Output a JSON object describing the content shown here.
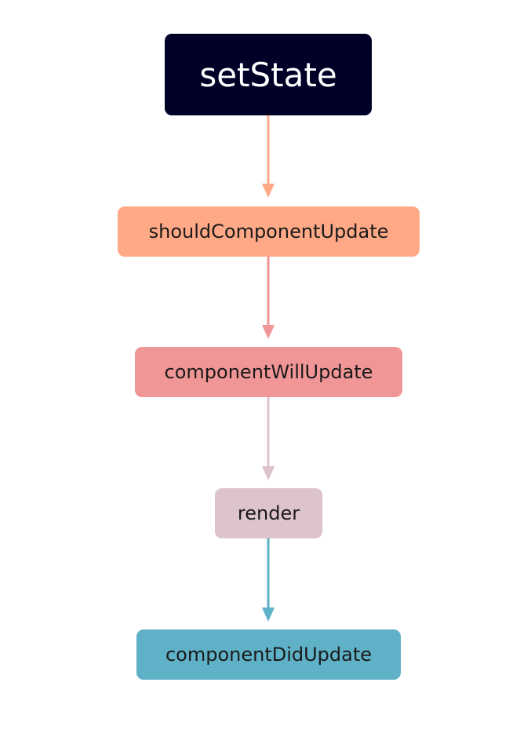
{
  "nodes": [
    {
      "id": "setState",
      "label": "setState",
      "color": "#000026"
    },
    {
      "id": "shouldComponentUpdate",
      "label": "shouldComponentUpdate",
      "color": "#ffa987"
    },
    {
      "id": "componentWillUpdate",
      "label": "componentWillUpdate",
      "color": "#f19696"
    },
    {
      "id": "render",
      "label": "render",
      "color": "#ddc3cb"
    },
    {
      "id": "componentDidUpdate",
      "label": "componentDidUpdate",
      "color": "#5eb1c6"
    }
  ],
  "edges": [
    {
      "from": "setState",
      "to": "shouldComponentUpdate",
      "color": "#ffa987"
    },
    {
      "from": "shouldComponentUpdate",
      "to": "componentWillUpdate",
      "color": "#f19696"
    },
    {
      "from": "componentWillUpdate",
      "to": "render",
      "color": "#ddc3cb"
    },
    {
      "from": "render",
      "to": "componentDidUpdate",
      "color": "#5eb1c6"
    }
  ]
}
